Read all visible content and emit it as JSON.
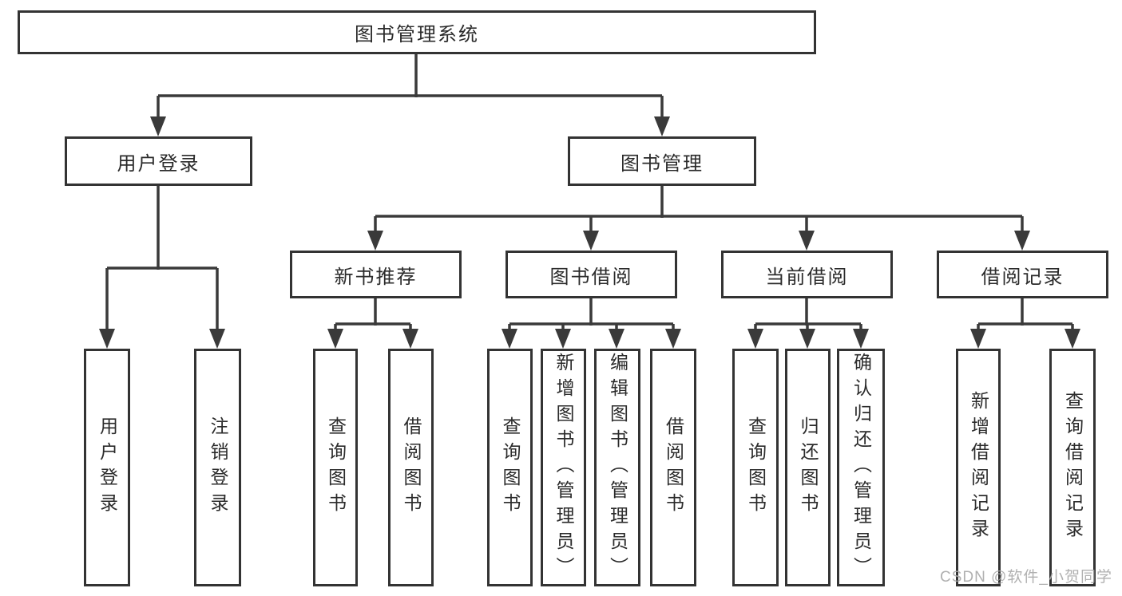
{
  "colors": {
    "line": "#3a3a3a",
    "border": "#333333",
    "text": "#2b2b2b",
    "background": "#ffffff",
    "watermark_color": "#a8a8a8"
  },
  "tree": {
    "label": "图书管理系统",
    "children": [
      {
        "label": "用户登录",
        "children": [
          {
            "label": "用户登录"
          },
          {
            "label": "注销登录"
          }
        ]
      },
      {
        "label": "图书管理",
        "children": [
          {
            "label": "新书推荐",
            "children": [
              {
                "label": "查询图书"
              },
              {
                "label": "借阅图书"
              }
            ]
          },
          {
            "label": "图书借阅",
            "children": [
              {
                "label": "查询图书"
              },
              {
                "label": "新增图书（管理员）"
              },
              {
                "label": "编辑图书（管理员）"
              },
              {
                "label": "借阅图书"
              }
            ]
          },
          {
            "label": "当前借阅",
            "children": [
              {
                "label": "查询图书"
              },
              {
                "label": "归还图书"
              },
              {
                "label": "确认归还（管理员）"
              }
            ]
          },
          {
            "label": "借阅记录",
            "children": [
              {
                "label": "新增借阅记录"
              },
              {
                "label": "查询借阅记录"
              }
            ]
          }
        ]
      }
    ]
  },
  "watermark": {
    "text": "CSDN @软件_小贺同学"
  }
}
